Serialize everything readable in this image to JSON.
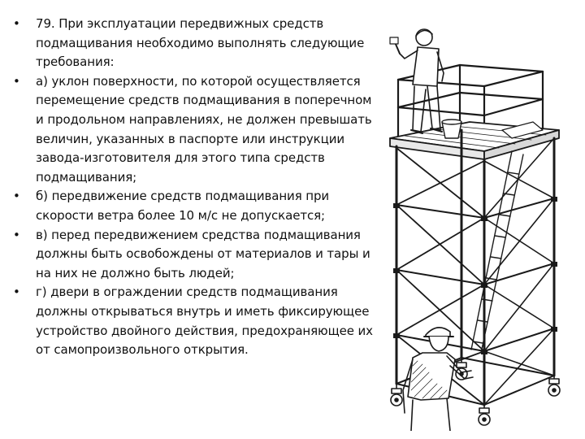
{
  "items": [
    {
      "bullet": "•",
      "text": "79. При эксплуатации передвижных средств подмащивания необходимо выполнять следующие требования:"
    },
    {
      "bullet": "•",
      "text": "а) уклон поверхности, по которой осуществляется перемещение средств подмащивания в поперечном и продольном направлениях, не должен превышать величин, указанных в паспорте или инструкции завода-изготовителя для этого типа средств подмащивания;"
    },
    {
      "bullet": "•",
      "text": "б) передвижение средств подмащивания при скорости ветра более 10 м/с не допускается;"
    },
    {
      "bullet": "•",
      "text": "в) перед передвижением средства подмащивания должны быть освобождены от материалов и тары и на них не должно быть людей;"
    },
    {
      "bullet": "•",
      "text": "г) двери в ограждении средств подмащивания должны открываться внутрь и иметь фиксирующее устройство двойного действия, предохраняющее их от самопроизвольного открытия."
    }
  ],
  "illustration": {
    "icon": "mobile-scaffold-tower-illustration"
  }
}
